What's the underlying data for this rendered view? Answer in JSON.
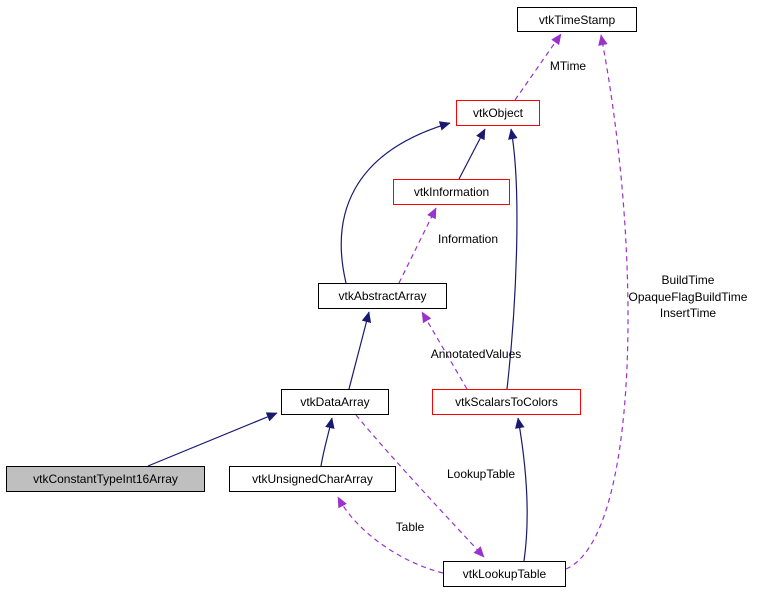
{
  "diagram": {
    "type": "class-collaboration-diagram",
    "colors": {
      "background": "#ffffff",
      "inheritance_edge": "#191970",
      "usage_edge": "#9a32cd",
      "node_border": "#000000",
      "highlight_node_border": "#ff0000",
      "subject_node_fill": "#bfbfbf",
      "node_fill": "#ffffff",
      "label_text": "#000000"
    },
    "nodes": [
      {
        "id": "vtkTimeStamp",
        "label": "vtkTimeStamp",
        "style": "plain"
      },
      {
        "id": "vtkObject",
        "label": "vtkObject",
        "style": "red"
      },
      {
        "id": "vtkInformation",
        "label": "vtkInformation",
        "style": "red"
      },
      {
        "id": "vtkAbstractArray",
        "label": "vtkAbstractArray",
        "style": "plain"
      },
      {
        "id": "vtkDataArray",
        "label": "vtkDataArray",
        "style": "plain"
      },
      {
        "id": "vtkScalarsToColors",
        "label": "vtkScalarsToColors",
        "style": "red"
      },
      {
        "id": "vtkConstantTypeInt16Array",
        "label": "vtkConstantTypeInt16Array",
        "style": "subject"
      },
      {
        "id": "vtkUnsignedCharArray",
        "label": "vtkUnsignedCharArray",
        "style": "plain"
      },
      {
        "id": "vtkLookupTable",
        "label": "vtkLookupTable",
        "style": "plain"
      }
    ],
    "relations": [
      {
        "from": "vtkInformation",
        "to": "vtkObject",
        "kind": "inheritance",
        "label": ""
      },
      {
        "from": "vtkAbstractArray",
        "to": "vtkObject",
        "kind": "inheritance",
        "label": ""
      },
      {
        "from": "vtkScalarsToColors",
        "to": "vtkObject",
        "kind": "inheritance",
        "label": ""
      },
      {
        "from": "vtkDataArray",
        "to": "vtkAbstractArray",
        "kind": "inheritance",
        "label": ""
      },
      {
        "from": "vtkConstantTypeInt16Array",
        "to": "vtkDataArray",
        "kind": "inheritance",
        "label": ""
      },
      {
        "from": "vtkUnsignedCharArray",
        "to": "vtkDataArray",
        "kind": "inheritance",
        "label": ""
      },
      {
        "from": "vtkLookupTable",
        "to": "vtkScalarsToColors",
        "kind": "inheritance",
        "label": ""
      },
      {
        "from": "vtkObject",
        "to": "vtkTimeStamp",
        "kind": "usage",
        "label": "MTime"
      },
      {
        "from": "vtkAbstractArray",
        "to": "vtkInformation",
        "kind": "usage",
        "label": "Information"
      },
      {
        "from": "vtkScalarsToColors",
        "to": "vtkAbstractArray",
        "kind": "usage",
        "label": "AnnotatedValues"
      },
      {
        "from": "vtkDataArray",
        "to": "vtkLookupTable",
        "kind": "usage",
        "label": "LookupTable"
      },
      {
        "from": "vtkLookupTable",
        "to": "vtkUnsignedCharArray",
        "kind": "usage",
        "label": "Table"
      },
      {
        "from": "vtkLookupTable",
        "to": "vtkTimeStamp",
        "kind": "usage",
        "label": "BuildTime OpaqueFlagBuildTime InsertTime"
      }
    ],
    "edge_labels": {
      "mtime": "MTime",
      "information": "Information",
      "annotated_values": "AnnotatedValues",
      "lookup_table": "LookupTable",
      "table": "Table",
      "build_time_lines": [
        "BuildTime",
        "OpaqueFlagBuildTime",
        "InsertTime"
      ]
    }
  }
}
